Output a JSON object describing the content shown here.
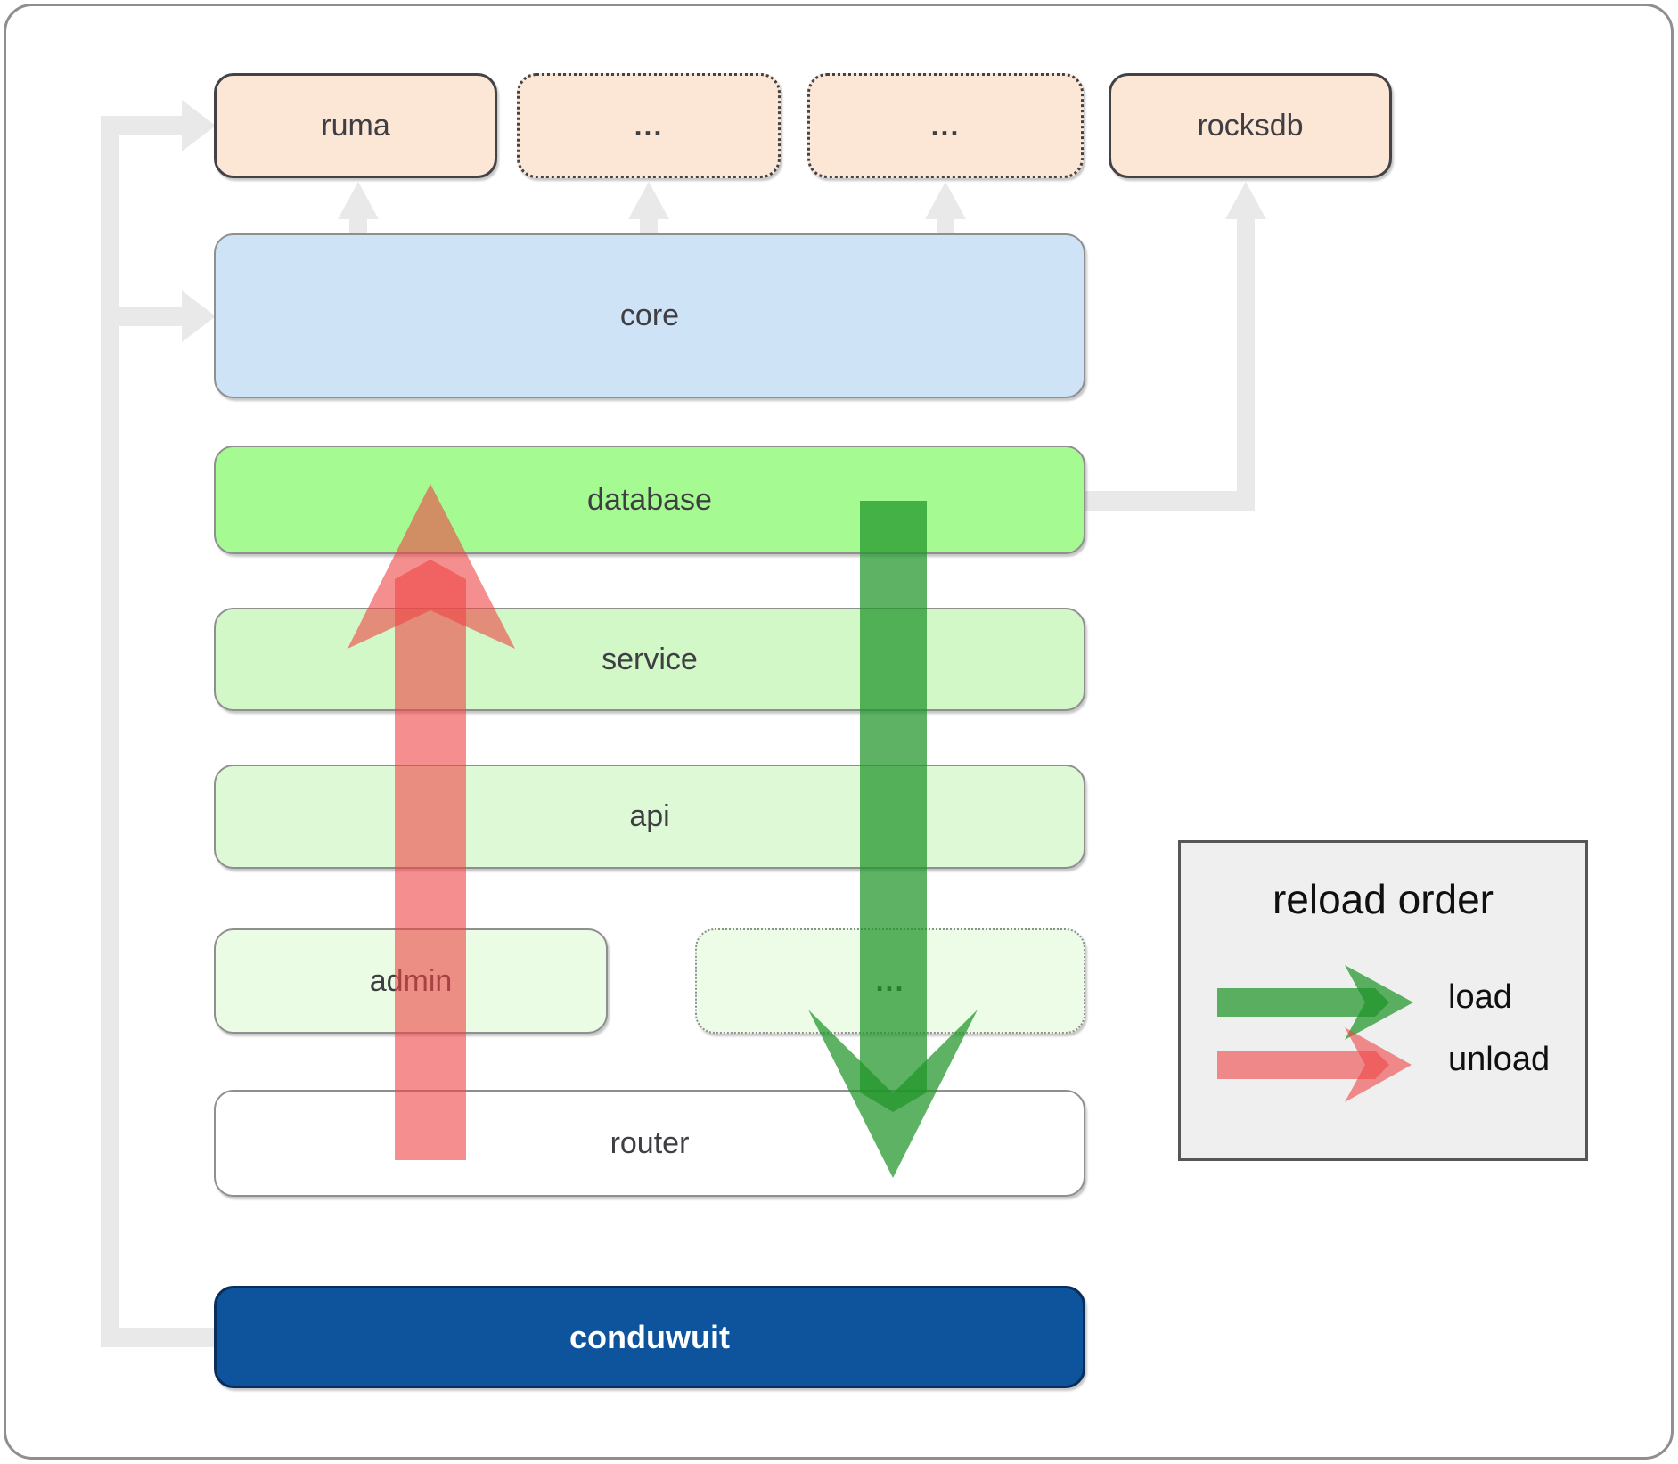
{
  "boxes": {
    "ruma": {
      "label": "ruma"
    },
    "deps1": {
      "label": "..."
    },
    "deps2": {
      "label": "..."
    },
    "rocksdb": {
      "label": "rocksdb"
    },
    "core": {
      "label": "core"
    },
    "database": {
      "label": "database"
    },
    "service": {
      "label": "service"
    },
    "api": {
      "label": "api"
    },
    "admin": {
      "label": "admin"
    },
    "extra": {
      "label": "..."
    },
    "router": {
      "label": "router"
    },
    "conduwuit": {
      "label": "conduwuit"
    }
  },
  "legend": {
    "title": "reload order",
    "load_label": "load",
    "unload_label": "unload"
  },
  "colors": {
    "load_arrow": "#1f9428",
    "unload_arrow": "#ef4444",
    "dependency_fill": "#fce6d6",
    "core_fill": "#cfe3f7",
    "database_fill": "#a5fb92",
    "service_fill": "#d2f8c8",
    "api_fill": "#def9d6",
    "admin_fill": "#eafce4",
    "router_fill": "#ffffff",
    "conduwuit_fill": "#0d549d",
    "connector": "#e9e9e9",
    "legend_bg": "#efefef"
  }
}
